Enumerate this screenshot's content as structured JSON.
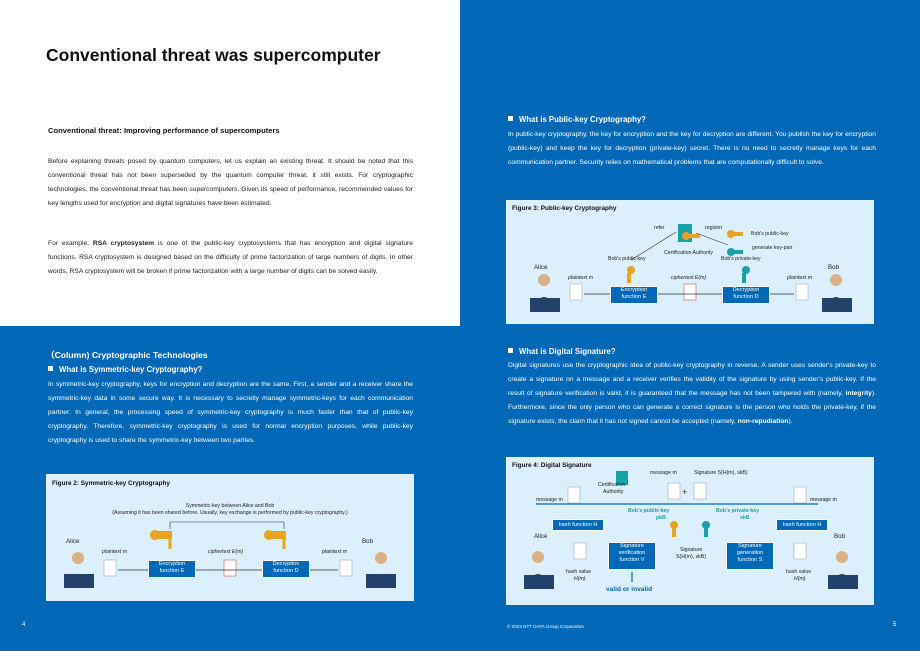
{
  "left": {
    "title": "Conventional threat was supercomputer",
    "subheading": "Conventional threat: Improving performance of supercomputers",
    "para1": "Before explaining threats posed by quantum computers, let us explain an existing threat. It should be noted that this conventional threat has not been superseded by the quantum computer threat, it still exists. For cryptographic technologies, the conventional threat has been supercomputers. Given its speed of performance, recommended values for key lengths used for encryption and digital signatures have been estimated.",
    "para2_pre": "For example, ",
    "para2_bold": "RSA cryptosystem",
    "para2_post": " is one of the public-key cryptosystems that has encryption and digital signature functions. RSA cryptosystem is designed based on the difficulty of prime factorization of large numbers of digits. In other words, RSA cryptosystem will be broken if prime factorization with a large number of digits can be solved easily.",
    "column_title": "（Column) Cryptographic Technologies",
    "sym_heading": "What is Symmetric-key Cryptography?",
    "sym_para": "In symmetric-key cryptography, keys for encryption and decryption are the same. First, a sender and a receiver share the symmetric-key data in some secure way. It is necessary to secretly manage symmetric-keys for each communication partner. In general, the processing speed of symmetric-key cryptography is much faster than that of public-key cryptography. Therefore, symmetric-key cryptography is used for normal encryption purposes, while public-key cryptography is used to share the symmetric-key between two parties.",
    "fig2": {
      "title": "Figure 2: Symmetric-key Cryptography",
      "note1": "Symmetric-key between Alice and Bob",
      "note2": "(Assuming it has been shared before. Usually, key exchange is performed by public-key cryptography.)",
      "alice": "Alice",
      "bob": "Bob",
      "plaintext_left": "plaintext m",
      "plaintext_right": "plaintext m",
      "ciphertext": "ciphertext E(m)",
      "enc1": "Encryption",
      "enc2": "function E",
      "dec1": "Decryption",
      "dec2": "function D"
    },
    "page_number": "4"
  },
  "right": {
    "pk_heading": "What is Public-key Cryptography?",
    "pk_para": "In public-key cryptography, the key for encryption and the key for decryption are different. You publish the key for encryption (public-key) and keep the key for decryption (private-key) secret. There is no need to secretly manage keys for each communication partner. Security relies on mathematical problems that are computationally difficult to solve.",
    "fig3": {
      "title": "Figure 3: Public-key Cryptography",
      "refer": "refer",
      "register": "register",
      "bobs_public_key_top": "Bob's public-key",
      "generate": "generate key-pair",
      "ca": "Certification Authority",
      "bobs_public_key": "Bob's public-key",
      "bobs_private_key": "Bob's private-key",
      "alice": "Alice",
      "bob": "Bob",
      "plaintext_left": "plaintext m",
      "plaintext_right": "plaintext m",
      "ciphertext": "ciphertext E(m)",
      "enc1": "Encryption",
      "enc2": "function E",
      "dec1": "Decryption",
      "dec2": "function D"
    },
    "ds_heading": "What is Digital Signature?",
    "ds_para_1": "Digital signatures use the cryptographic idea of public-key cryptography in reverse. A sender uses sender's private-key to create a signature on a message and a receiver verifies the validity of the signature by using sender's public-key. If the result of signature verification is valid, it is guaranteed that the message has not been tampered with (namely, ",
    "ds_bold_1": "integrity",
    "ds_para_2": "). Furthermore, since the only person who can generate a correct signature is the person who holds the private-key, if the signature exists, the claim that it has not signed cannot be accepted (namely, ",
    "ds_bold_2": "non-repudiation",
    "ds_para_3": ").",
    "fig4": {
      "title": "Figure 4: Digital Signature",
      "message_top": "message m",
      "signature_top": "Signature S(H(m), skB)",
      "ca1": "Certification",
      "ca2": "Authority",
      "message_left": "message m",
      "message_right": "message m",
      "pub_key1": "Bob's public-key",
      "pub_key2": "pkB",
      "priv_key1": "Bob's private-key",
      "priv_key2": "skB",
      "hash_left": "hash function H",
      "hash_right": "hash function H",
      "alice": "Alice",
      "bob": "Bob",
      "ver1": "Signature",
      "ver2": "verification",
      "ver3": "function V",
      "sig_mid1": "Signature",
      "sig_mid2": "S(H(m), skB)",
      "gen1": "Signature",
      "gen2": "generation",
      "gen3": "function S",
      "hv_left1": "hash value",
      "hv_left2": "H(m)",
      "hv_right1": "hash value",
      "hv_right2": "H(m)",
      "result": "valid or invalid"
    },
    "copyright": "© 2023 NTT DATA Group Corporation",
    "page_number": "5"
  },
  "colors": {
    "brand_blue": "#0068b7",
    "figure_bg": "#dceffc",
    "key_gold": "#e8a420",
    "key_teal": "#1aa0a8"
  }
}
